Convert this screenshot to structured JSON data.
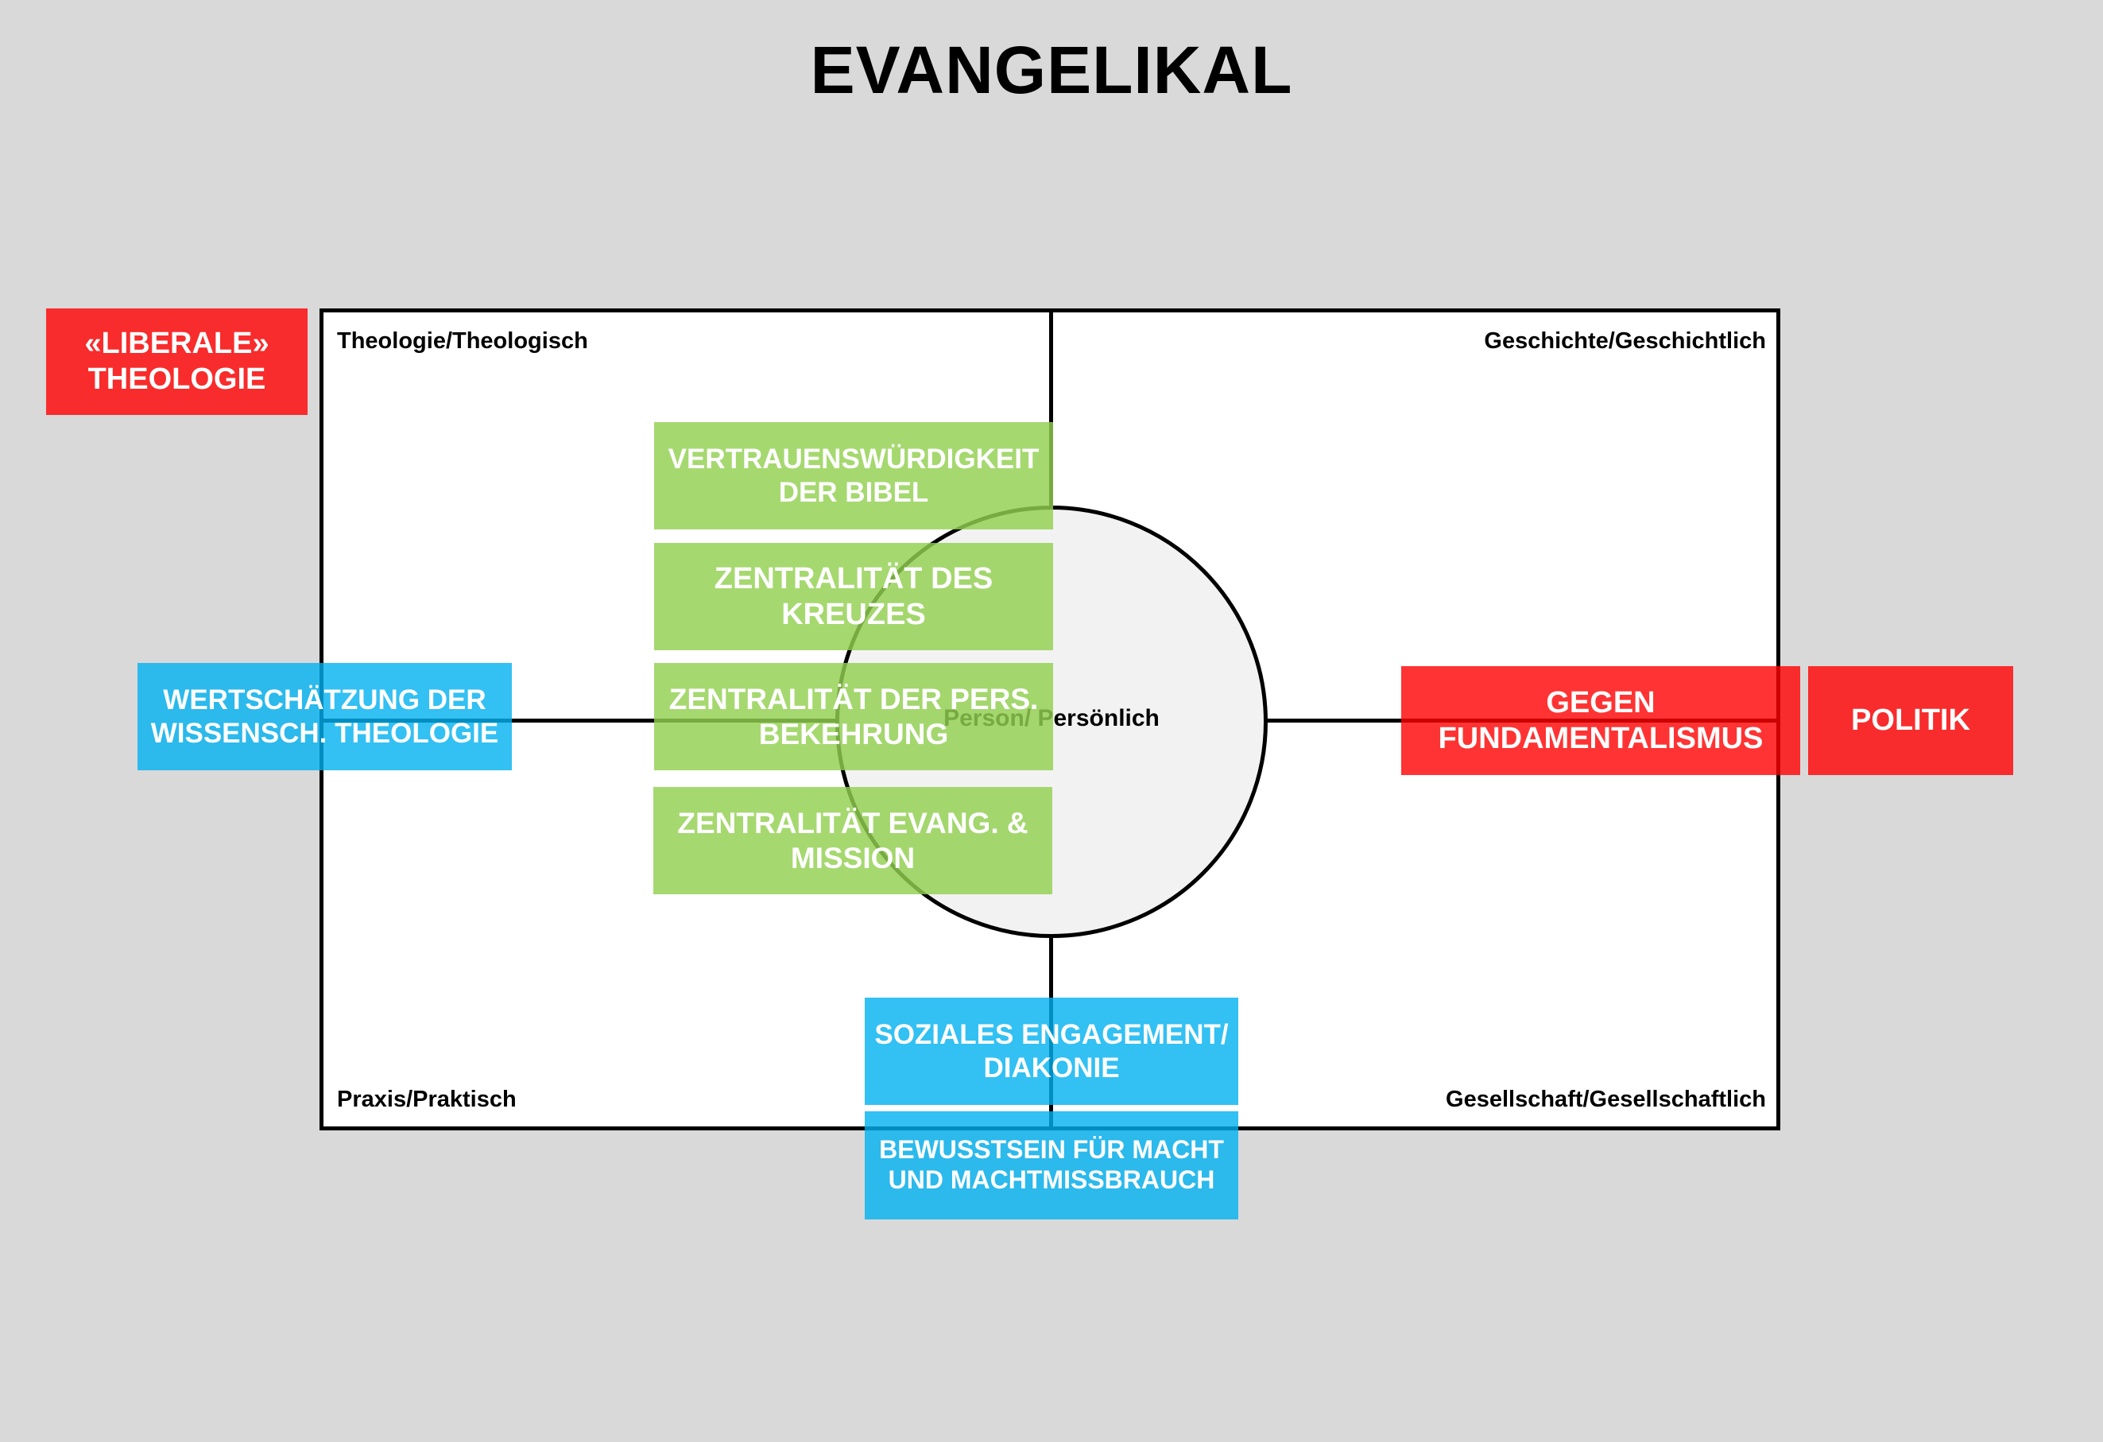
{
  "title": "EVANGELIKAL",
  "colors": {
    "background": "#d9d9d9",
    "green": "#92d050",
    "blue": "#00b0f0",
    "red": "#ff0000"
  },
  "quadrants": {
    "top_left": "Theologie/Theologisch",
    "top_right": "Geschichte/Geschichtlich",
    "bottom_left": "Praxis/Praktisch",
    "bottom_right": "Gesellschaft/Gesellschaftlich",
    "center": "Person/ Persönlich"
  },
  "core_items": [
    "VERTRAUENSWÜRDIGKEIT\nDER BIBEL",
    "ZENTRALITÄT DES\nKREUZES",
    "ZENTRALITÄT DER PERS.\nBEKEHRUNG",
    "ZENTRALITÄT EVANG. &\nMISSION"
  ],
  "blue_items": {
    "wissenschaft": "WERTSCHÄTZUNG DER\nWISSENSCH. THEOLOGIE",
    "soziales": "SOZIALES ENGAGEMENT/\nDIAKONIE",
    "macht": "BEWUSSTSEIN FÜR MACHT\nUND MACHTMISSBRAUCH"
  },
  "red_items": {
    "liberale": "«LIBERALE»\nTHEOLOGIE",
    "fundamentalismus": "GEGEN\nFUNDAMENTALISMUS",
    "politik": "POLITIK"
  }
}
